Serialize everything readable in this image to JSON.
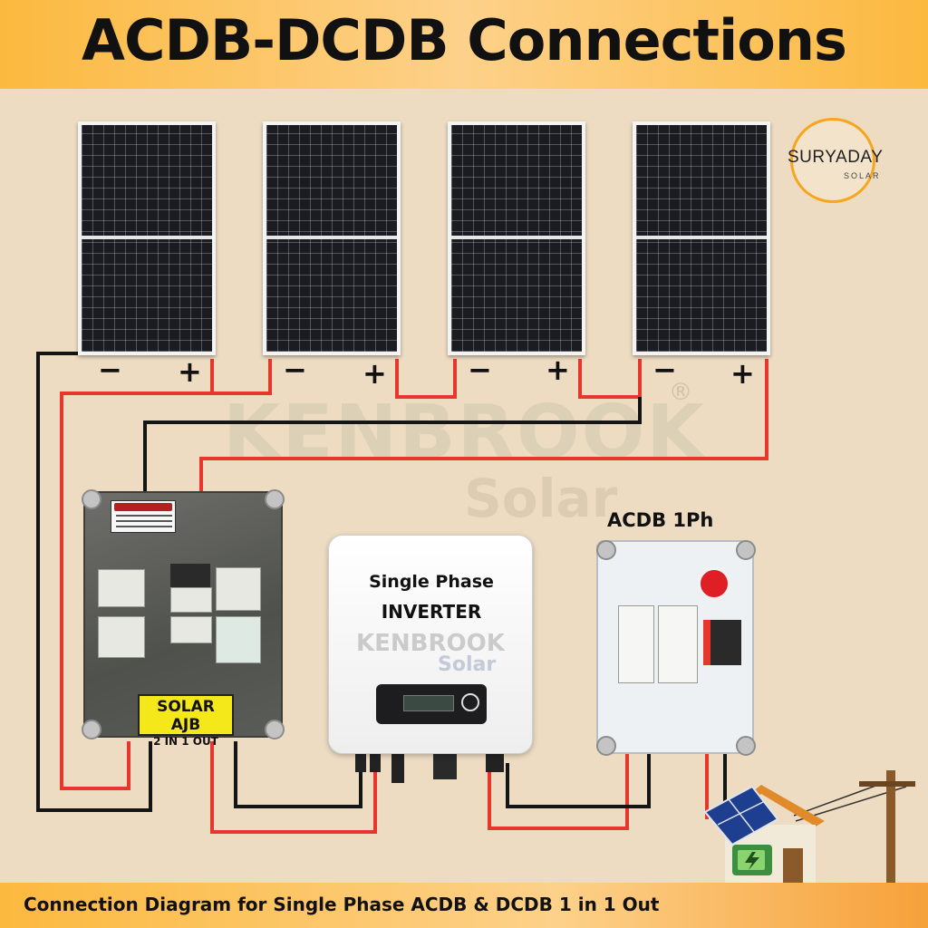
{
  "header": {
    "title": "ACDB-DCDB Connections"
  },
  "footer": {
    "caption": "Connection Diagram for Single Phase ACDB & DCDB 1 in 1 Out"
  },
  "logo": {
    "line1": "SURYADAY",
    "line2": "SOLAR"
  },
  "watermark": {
    "word1": "KENBROOK",
    "word2": "Solar",
    "mark": "®"
  },
  "panels": [
    {
      "minus": "−",
      "plus": "+"
    },
    {
      "minus": "−",
      "plus": "+"
    },
    {
      "minus": "−",
      "plus": "+"
    },
    {
      "minus": "−",
      "plus": "+"
    }
  ],
  "ajb": {
    "label_line1": "SOLAR AJB",
    "label_line2": "2 IN 1 OUT"
  },
  "inverter": {
    "line1": "Single Phase",
    "line2": "INVERTER",
    "brand1": "KENBROOK",
    "brand2": "Solar"
  },
  "acdb": {
    "title": "ACDB 1Ph"
  },
  "colors": {
    "positive_wire": "#e8362c",
    "negative_wire": "#151515",
    "banner": "#fcb93f",
    "background": "#eddcc2"
  }
}
